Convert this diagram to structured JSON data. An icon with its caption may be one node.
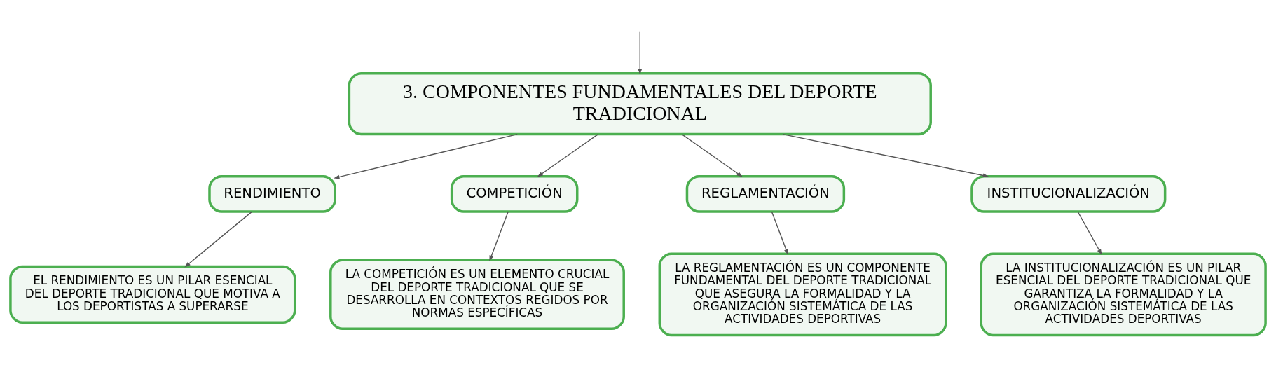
{
  "diagram": {
    "nodes": [
      {
        "text": [
          "3. COMPONENTES FUNDAMENTALES DEL DEPORTE TRADICIONAL"
        ]
      },
      {
        "text": [
          "RENDIMIENTO"
        ]
      },
      {
        "text": [
          "COMPETICIÓN"
        ]
      },
      {
        "text": [
          "REGLAMENTACIÓN"
        ]
      },
      {
        "text": [
          "INSTITUCIONALIZACIÓN"
        ]
      },
      {
        "text": [
          "EL RENDIMIENTO ES UN PILAR ESENCIAL DEL DEPORTE TRADICIONAL QUE MOTIVA A LOS DEPORTISTAS A SUPERARSE"
        ]
      },
      {
        "text": [
          "LA COMPETICIÓN ES UN ELEMENTO CRUCIAL DEL DEPORTE TRADICIONAL QUE SE DESARROLLA EN CONTEXTOS REGIDOS POR NORMAS ESPECÍFICAS"
        ]
      },
      {
        "text": [
          "LA REGLAMENTACIÓN ES UN COMPONENTE FUNDAMENTAL DEL DEPORTE TRADICIONAL QUE ASEGURA LA FORMALIDAD Y LA ORGANIZACIÓN SISTEMÁTICA DE LAS ACTIVIDADES DEPORTIVAS"
        ]
      },
      {
        "text": [
          "LA INSTITUCIONALIZACIÓN ES UN PILAR ESENCIAL DEL DEPORTE TRADICIONAL QUE GARANTIZA LA FORMALIDAD Y LA ORGANIZACIÓN SISTEMÁTICA DE LAS ACTIVIDADES DEPORTIVAS"
        ]
      }
    ],
    "edges": [
      {
        "from": null,
        "to": 0,
        "arrow": "to"
      },
      {
        "from": 0,
        "to": 1,
        "arrow": "to"
      },
      {
        "from": 0,
        "to": 2,
        "arrow": "to"
      },
      {
        "from": 0,
        "to": 3,
        "arrow": "to"
      },
      {
        "from": 0,
        "to": 4,
        "arrow": "to"
      },
      {
        "from": 1,
        "to": 5,
        "arrow": "to"
      },
      {
        "from": 2,
        "to": 6,
        "arrow": "to"
      },
      {
        "from": 3,
        "to": 7,
        "arrow": "to"
      },
      {
        "from": 4,
        "to": 8,
        "arrow": "to"
      }
    ]
  }
}
